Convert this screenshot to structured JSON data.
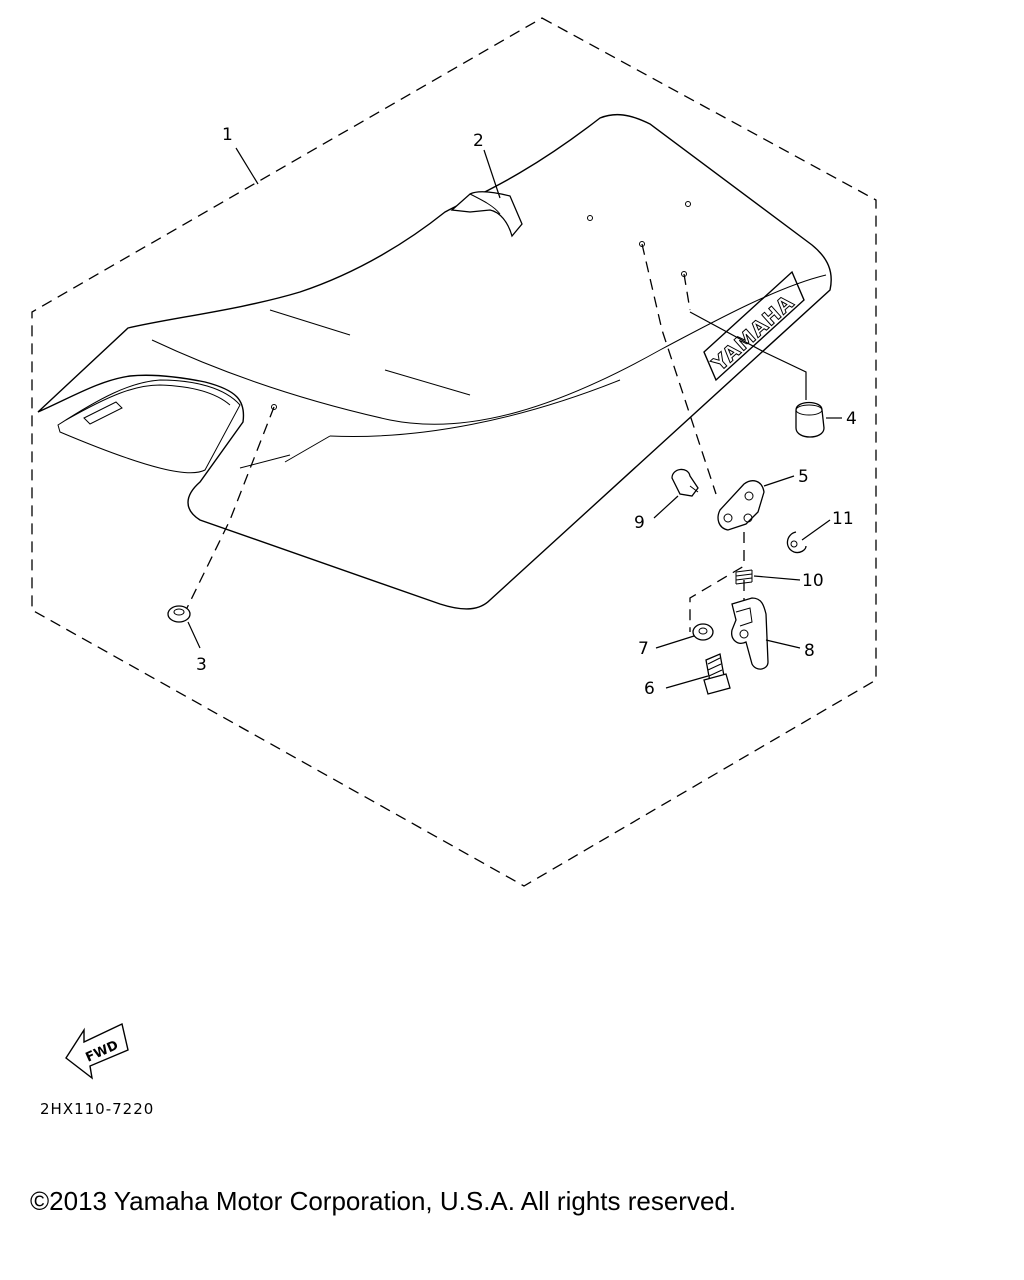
{
  "diagram": {
    "callouts": {
      "p1": "1",
      "p2": "2",
      "p3": "3",
      "p4": "4",
      "p5": "5",
      "p6": "6",
      "p7": "7",
      "p8": "8",
      "p9": "9",
      "p10": "10",
      "p11": "11"
    },
    "seat_logo": "YAMAHA",
    "direction_arrow": "FWD",
    "part_code": "2HX110-7220"
  },
  "footer": {
    "copyright": "©2013 Yamaha Motor Corporation, U.S.A. All rights reserved."
  }
}
